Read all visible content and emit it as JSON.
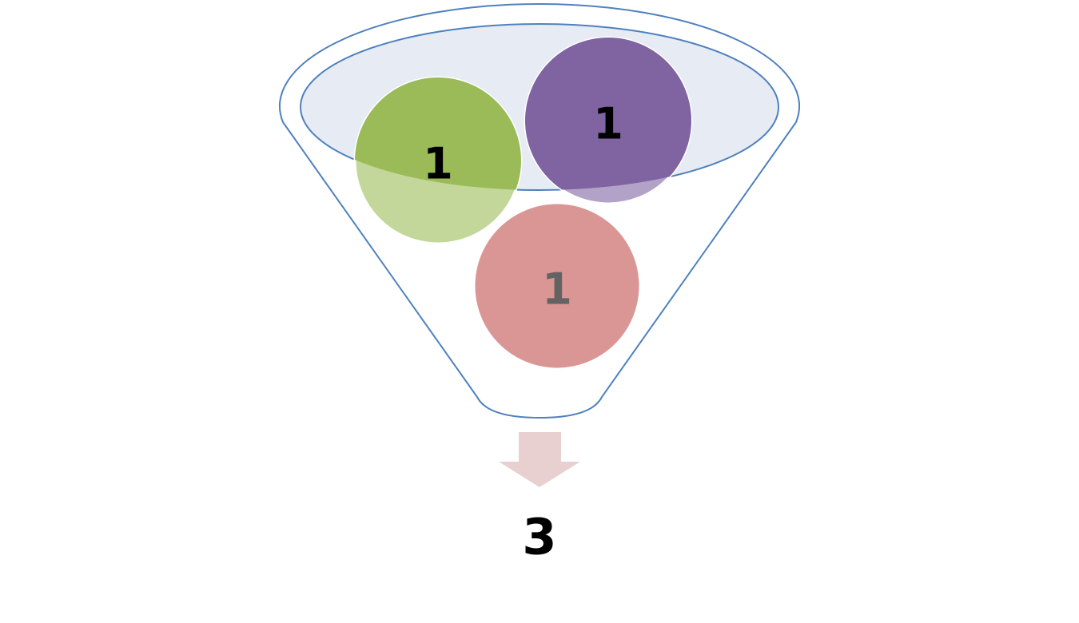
{
  "diagram": {
    "inputs": [
      {
        "label": "1",
        "color": "#9bbb59",
        "text_color": "#000000"
      },
      {
        "label": "1",
        "color": "#8064a2",
        "text_color": "#000000"
      },
      {
        "label": "1",
        "color": "#d99694",
        "text_color": "#636363"
      }
    ],
    "result": "3",
    "colors": {
      "funnel_stroke": "#4f81bd",
      "funnel_rim_fill": "#e6ebf4",
      "arrow": "#e8d0d0",
      "result_text": "#000000"
    }
  }
}
